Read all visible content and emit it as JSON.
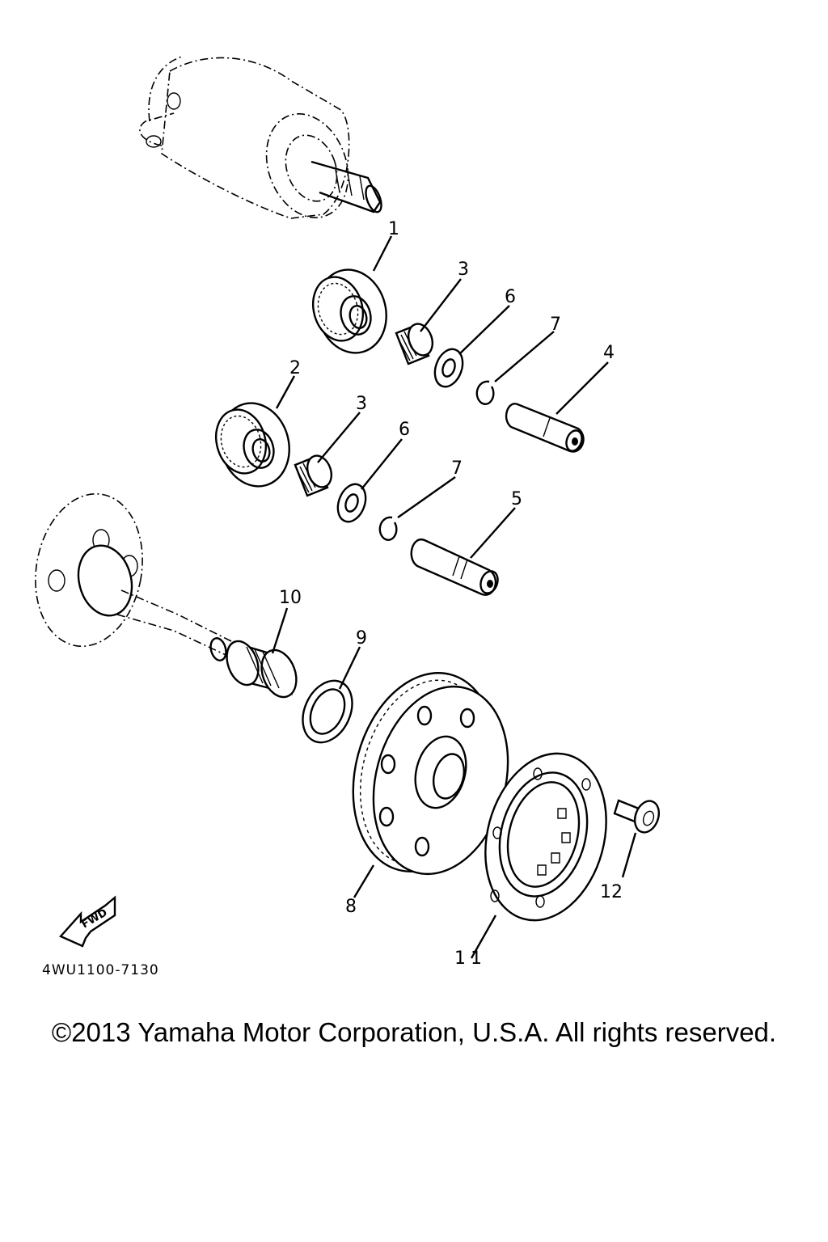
{
  "diagram": {
    "drawing_id": "4WU1100-7130",
    "fwd_label": "FWD",
    "callouts": [
      {
        "label": "1"
      },
      {
        "label": "2"
      },
      {
        "label": "3"
      },
      {
        "label": "3"
      },
      {
        "label": "4"
      },
      {
        "label": "5"
      },
      {
        "label": "6"
      },
      {
        "label": "6"
      },
      {
        "label": "7"
      },
      {
        "label": "7"
      },
      {
        "label": "8"
      },
      {
        "label": "9"
      },
      {
        "label": "10"
      },
      {
        "label": "11"
      },
      {
        "label": "12"
      }
    ]
  },
  "footer": {
    "copyright": "©2013 Yamaha Motor Corporation, U.S.A. All rights reserved."
  }
}
